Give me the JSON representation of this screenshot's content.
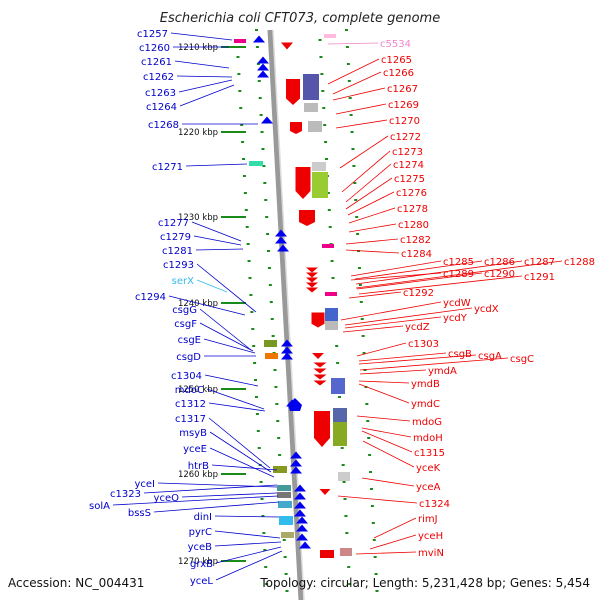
{
  "title": "Escherichia coli CFT073, complete genome",
  "accession": "Accession: NC_004431",
  "topology": "Topology: circular; Length: 5,231,428 bp; Genes: 5,454",
  "colors": {
    "left_label": "#0000cc",
    "right_label": "#ee0000",
    "highlight_left": "#33bbee",
    "highlight_right": "#ee88cc",
    "axis": "#999999",
    "tick": "#1a8a1a",
    "minus_strand": "#0000ee",
    "plus_strand": "#ee0000"
  },
  "kbp_marks": [
    "1210 kbp",
    "1220 kbp",
    "1230 kbp",
    "1240 kbp",
    "1250 kbp",
    "1260 kbp",
    "1270 kbp"
  ],
  "left_genes": [
    "c1257",
    "c1260",
    "c1261",
    "c1262",
    "c1263",
    "c1264",
    "c1268",
    "c1271",
    "c1277",
    "c1279",
    "c1281",
    "c1293",
    "serX",
    "c1294",
    "csgG",
    "csgF",
    "csgE",
    "csgD",
    "c1304",
    "mdoC",
    "c1312",
    "c1317",
    "msyB",
    "yceE",
    "htrB",
    "yceI",
    "c1323",
    "yceO",
    "solA",
    "bssS",
    "dinI",
    "pyrC",
    "yceB",
    "grxB",
    "yceL"
  ],
  "right_genes": [
    "c5534",
    "c1265",
    "c1266",
    "c1267",
    "c1269",
    "c1270",
    "c1272",
    "c1273",
    "c1274",
    "c1275",
    "c1276",
    "c1278",
    "c1280",
    "c1282",
    "c1284",
    "c1285",
    "c1286",
    "c1287",
    "c1288",
    "c1289",
    "c1290",
    "c1291",
    "c1292",
    "ycdW",
    "ycdX",
    "ycdY",
    "ycdZ",
    "c1303",
    "csgB",
    "csgA",
    "csgC",
    "ymdA",
    "ymdB",
    "ymdC",
    "mdoG",
    "mdoH",
    "c1315",
    "yceK",
    "yceA",
    "c1324",
    "rimJ",
    "yceH",
    "mviN"
  ]
}
